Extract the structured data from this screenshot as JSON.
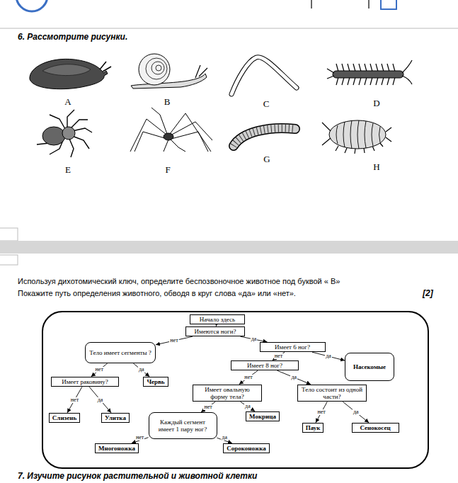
{
  "diagram": {
    "title": "6. Рассмотрите рисунки.",
    "nodes": [
      {
        "text": [
          "Начало здесь"
        ]
      },
      {
        "text": [
          "Имеются ноги?"
        ]
      },
      {
        "text": [
          "Тело имеет сегменты ?"
        ]
      },
      {
        "text": [
          "Имеет 6 ног?"
        ]
      },
      {
        "text": [
          "Имеет 8 ног?"
        ]
      },
      {
        "text": [
          "Насекомые"
        ]
      },
      {
        "text": [
          "Имеет раковину?"
        ]
      },
      {
        "text": [
          "Червь"
        ]
      },
      {
        "text": [
          "Имеет овальную форму тела?"
        ]
      },
      {
        "text": [
          "Тело состоит из одной части?"
        ]
      },
      {
        "text": [
          "Слизень"
        ]
      },
      {
        "text": [
          "Улитка"
        ]
      },
      {
        "text": [
          "Мокрица"
        ]
      },
      {
        "text": [
          "Паук"
        ]
      },
      {
        "text": [
          "Сенокосец"
        ]
      },
      {
        "text": [
          "Каждый сегмент имеет 1 пару ног?"
        ]
      },
      {
        "text": [
          "Многоножка"
        ]
      },
      {
        "text": [
          "Сороконожка"
        ]
      }
    ],
    "edges": [
      {
        "from": 0,
        "to": 1,
        "arrow": "to"
      },
      {
        "from": 1,
        "to": 2,
        "label": "нет",
        "arrow": "to"
      },
      {
        "from": 1,
        "to": 3,
        "label": "да",
        "arrow": "to"
      },
      {
        "from": 2,
        "to": 6,
        "label": "нет",
        "arrow": "to"
      },
      {
        "from": 2,
        "to": 7,
        "label": "да",
        "arrow": "to"
      },
      {
        "from": 3,
        "to": 4,
        "label": "нет",
        "arrow": "to"
      },
      {
        "from": 3,
        "to": 5,
        "label": "да",
        "arrow": "to"
      },
      {
        "from": 4,
        "to": 8,
        "label": "нет",
        "arrow": "to"
      },
      {
        "from": 4,
        "to": 9,
        "label": "да",
        "arrow": "to"
      },
      {
        "from": 6,
        "to": 10,
        "label": "нет",
        "arrow": "to"
      },
      {
        "from": 6,
        "to": 11,
        "label": "да",
        "arrow": "to"
      },
      {
        "from": 8,
        "to": 15,
        "label": "нет",
        "arrow": "to"
      },
      {
        "from": 8,
        "to": 12,
        "label": "да",
        "arrow": "to"
      },
      {
        "from": 9,
        "to": 13,
        "label": "нет",
        "arrow": "to"
      },
      {
        "from": 9,
        "to": 14,
        "label": "да",
        "arrow": "to"
      },
      {
        "from": 15,
        "to": 16,
        "label": "нет",
        "arrow": "to"
      },
      {
        "from": 15,
        "to": 17,
        "label": "да",
        "arrow": "to"
      }
    ],
    "labels": [
      "A",
      "B",
      "C",
      "D",
      "E",
      "F",
      "G",
      "H",
      "Используя дихотомический ключ, определите беспозвоночное животное под буквой « В» Покажите путь определения животного, обводя в круг слова «да» или «нет».",
      "[2]",
      "7. Изучите рисунок растительной и животной клетки"
    ]
  }
}
